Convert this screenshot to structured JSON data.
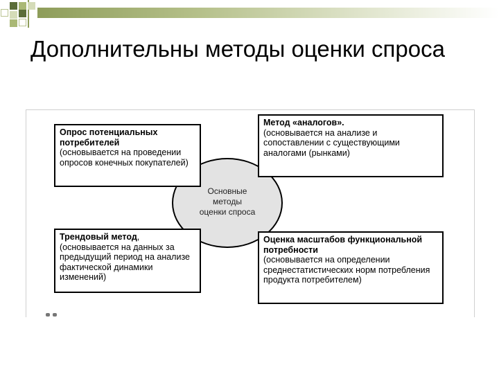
{
  "slide": {
    "title": "Дополнительны методы оценки спроса"
  },
  "diagram": {
    "center": {
      "line1": "Основные",
      "line2": "методы",
      "line3": "оценки спроса"
    },
    "boxes": {
      "top_left": {
        "heading": "Опрос потенциальных потребителей",
        "body": "(основывается на проведении опросов конечных покупателей)"
      },
      "top_right": {
        "heading": "Метод «аналогов».",
        "body": "(основывается на анализе и сопоставлении с существующими аналогами (рынками)"
      },
      "bottom_left": {
        "heading": "Трендовый метод",
        "comma": ",",
        "body": "(основывается на данных за предыдущий период на анализе фактической динамики изменений)"
      },
      "bottom_right": {
        "heading": "Оценка масштабов функциональной потребности",
        "body": "(основывается на определении среднестатистических норм потребления продукта потребителем)"
      }
    }
  },
  "theme": {
    "accent_dark": "#5b6d38",
    "accent_light": "#aab875",
    "circle_fill": "#e3e3e3"
  }
}
